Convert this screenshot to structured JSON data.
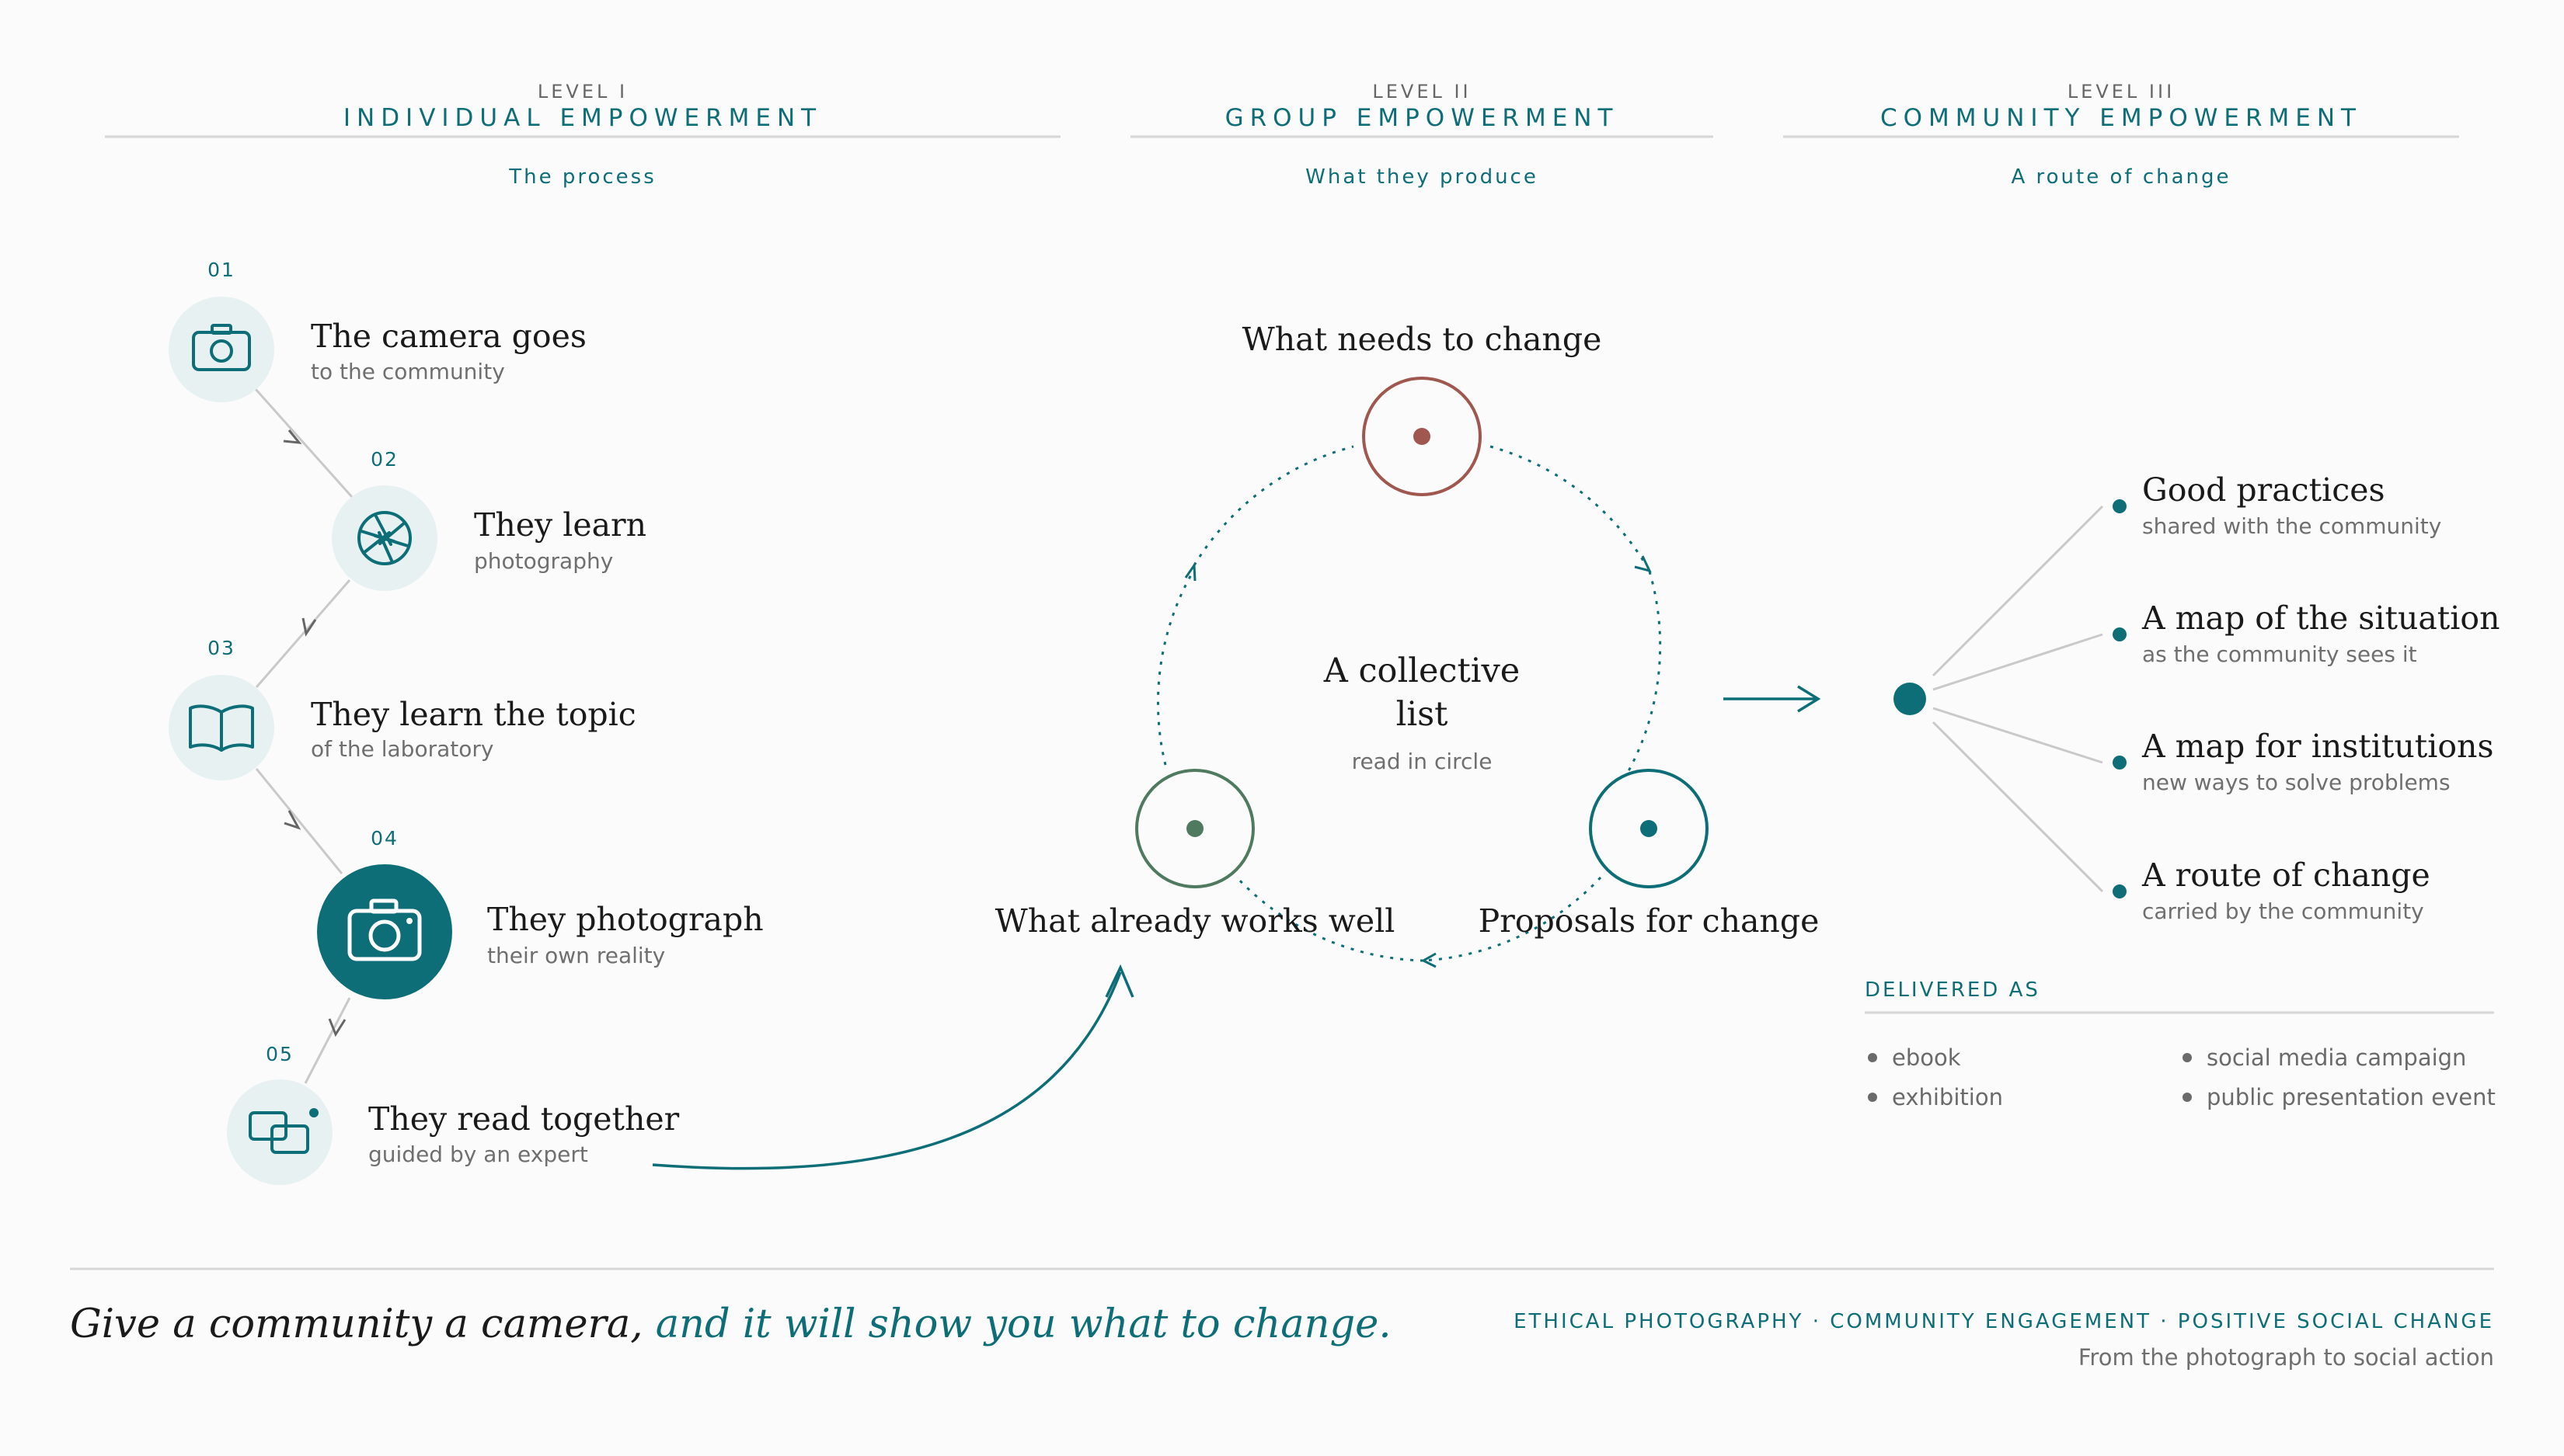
{
  "columns": [
    {
      "level": "LEVEL I",
      "title": "INDIVIDUAL EMPOWERMENT",
      "subtitle": "The process"
    },
    {
      "level": "LEVEL II",
      "title": "GROUP EMPOWERMENT",
      "subtitle": "What they produce"
    },
    {
      "level": "LEVEL III",
      "title": "COMMUNITY EMPOWERMENT",
      "subtitle": "A route of change"
    }
  ],
  "steps": [
    {
      "number": "01",
      "title": "The camera goes",
      "subtitle": "to the community",
      "icon": "camera-icon"
    },
    {
      "number": "02",
      "title": "They learn",
      "subtitle": "photography",
      "icon": "aperture-icon"
    },
    {
      "number": "03",
      "title": "They learn the topic",
      "subtitle": "of the laboratory",
      "icon": "open-book-icon"
    },
    {
      "number": "04",
      "title": "They photograph",
      "subtitle": "their own reality",
      "icon": "camera-icon"
    },
    {
      "number": "05",
      "title": "They read together",
      "subtitle": "guided by an expert",
      "icon": "photo-stack-icon"
    }
  ],
  "cycle": {
    "center_title_line1": "A collective",
    "center_title_line2": "list",
    "center_subtitle": "read in circle",
    "nodes": [
      {
        "label": "What needs to change",
        "color": "#a0574f"
      },
      {
        "label": "Proposals for change",
        "color": "#0d6e78"
      },
      {
        "label": "What already works well",
        "color": "#4f7a5f"
      }
    ]
  },
  "outcomes": [
    {
      "title": "Good practices",
      "subtitle": "shared with the community"
    },
    {
      "title": "A map of the situation",
      "subtitle": "as the community sees it"
    },
    {
      "title": "A map for institutions",
      "subtitle": "new ways to solve problems"
    },
    {
      "title": "A route of change",
      "subtitle": "carried by the community"
    }
  ],
  "delivered": {
    "heading": "DELIVERED AS",
    "items": [
      "ebook",
      "exhibition",
      "social media campaign",
      "public presentation event"
    ]
  },
  "footer": {
    "tagline_part1": "Give a community a camera,",
    "tagline_part2": " and it will show you what to change.",
    "tags": "ETHICAL PHOTOGRAPHY · COMMUNITY ENGAGEMENT · POSITIVE SOCIAL CHANGE",
    "note": "From the photograph to social action"
  },
  "colors": {
    "accent": "#0d6e78",
    "accent_light": "#e7f1f2",
    "red": "#a0574f",
    "green": "#4f7a5f"
  }
}
